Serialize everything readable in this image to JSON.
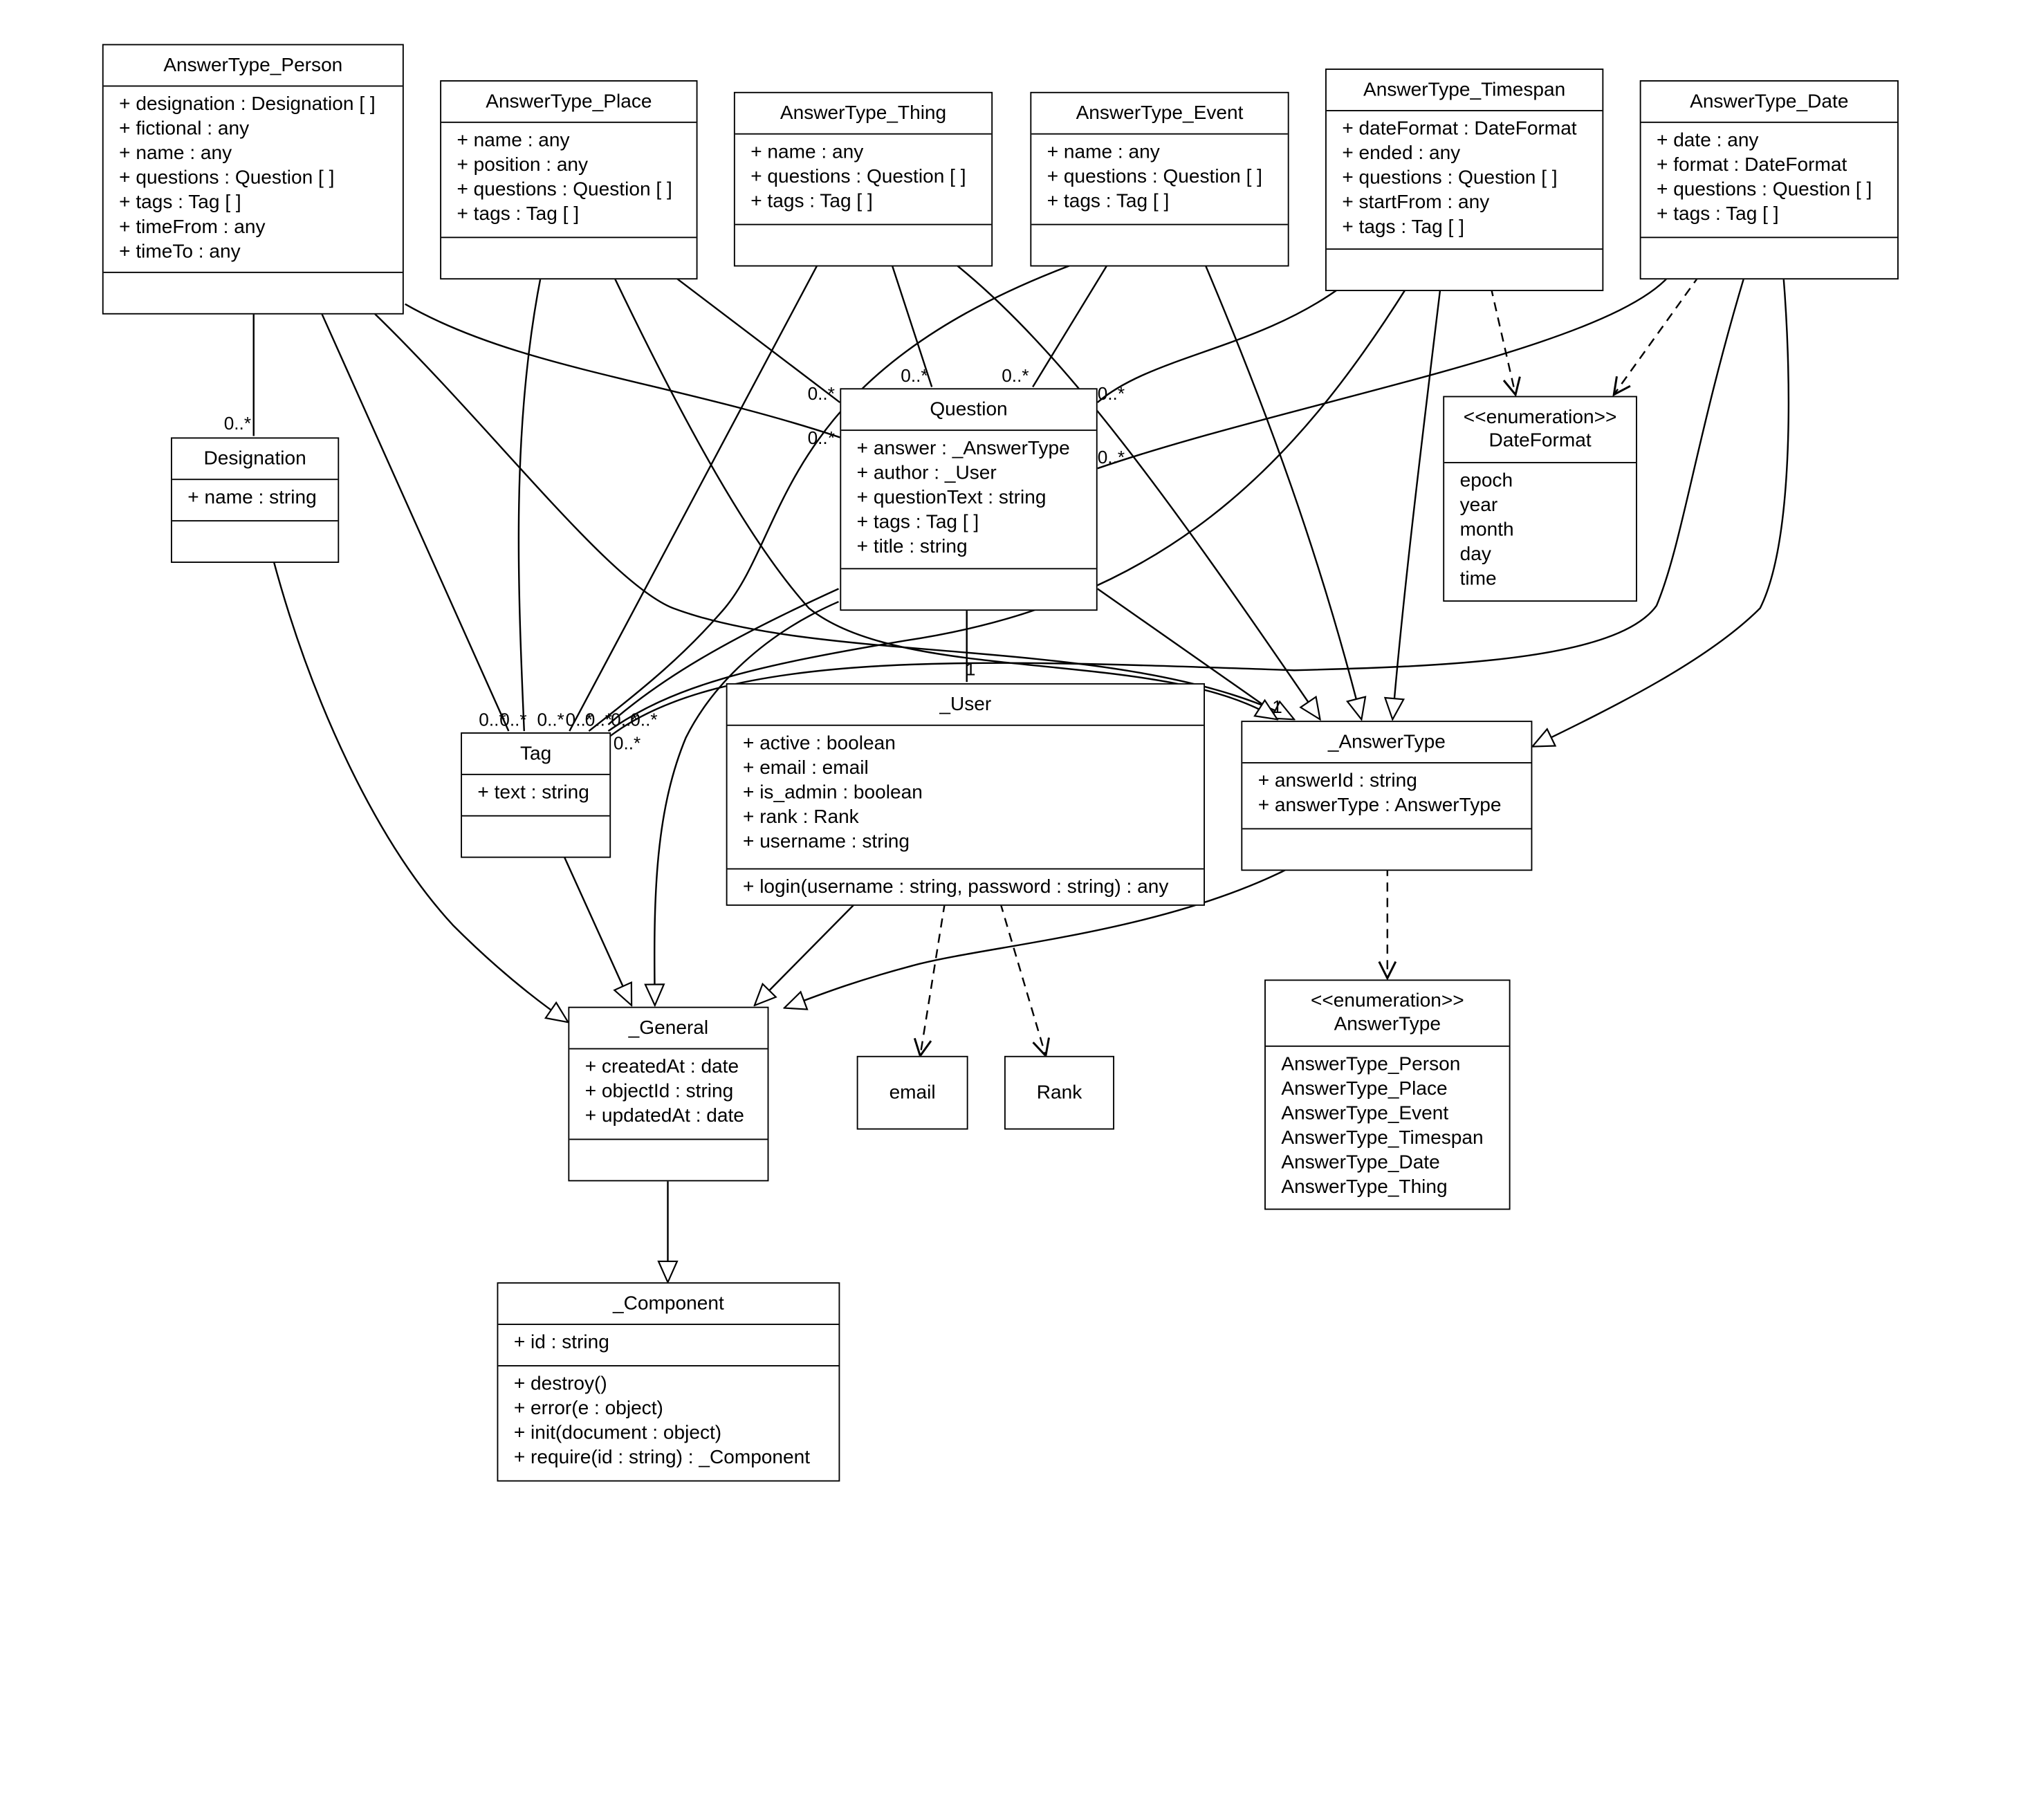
{
  "classes": [
    {
      "id": "person",
      "title": "AnswerType_Person",
      "attributes": [
        "+ designation : Designation [ ]",
        "+ fictional : any",
        "+ name : any",
        "+ questions : Question [ ]",
        "+ tags : Tag [ ]",
        "+ timeFrom : any",
        "+ timeTo : any"
      ],
      "methods": []
    },
    {
      "id": "place",
      "title": "AnswerType_Place",
      "attributes": [
        "+ name : any",
        "+ position : any",
        "+ questions : Question [ ]",
        "+ tags : Tag [ ]"
      ],
      "methods": []
    },
    {
      "id": "thing",
      "title": "AnswerType_Thing",
      "attributes": [
        "+ name : any",
        "+ questions : Question [ ]",
        "+ tags : Tag [ ]"
      ],
      "methods": []
    },
    {
      "id": "event",
      "title": "AnswerType_Event",
      "attributes": [
        "+ name : any",
        "+ questions : Question [ ]",
        "+ tags : Tag [ ]"
      ],
      "methods": []
    },
    {
      "id": "timespan",
      "title": "AnswerType_Timespan",
      "attributes": [
        "+ dateFormat : DateFormat",
        "+ ended : any",
        "+ questions : Question [ ]",
        "+ startFrom : any",
        "+ tags : Tag [ ]"
      ],
      "methods": []
    },
    {
      "id": "date",
      "title": "AnswerType_Date",
      "attributes": [
        "+ date : any",
        "+ format : DateFormat",
        "+ questions : Question [ ]",
        "+ tags : Tag [ ]"
      ],
      "methods": []
    },
    {
      "id": "designation",
      "title": "Designation",
      "attributes": [
        "+ name : string"
      ],
      "methods": []
    },
    {
      "id": "question",
      "title": "Question",
      "attributes": [
        "+ answer : _AnswerType",
        "+ author : _User",
        "+ questionText : string",
        "+ tags : Tag [ ]",
        "+ title : string"
      ],
      "methods": []
    },
    {
      "id": "dateformat",
      "stereotype": "<<enumeration>>",
      "title": "DateFormat",
      "literals": [
        "epoch",
        "year",
        "month",
        "day",
        "time"
      ]
    },
    {
      "id": "tag",
      "title": "Tag",
      "attributes": [
        "+ text : string"
      ],
      "methods": []
    },
    {
      "id": "user",
      "title": "_User",
      "attributes": [
        "+ active : boolean",
        "+ email : email",
        "+ is_admin : boolean",
        "+ rank : Rank",
        "+ username : string"
      ],
      "methods": [
        "+ login(username : string, password : string) : any"
      ]
    },
    {
      "id": "answertype",
      "title": "_AnswerType",
      "attributes": [
        "+ answerId : string",
        "+ answerType : AnswerType"
      ],
      "methods": []
    },
    {
      "id": "general",
      "title": "_General",
      "attributes": [
        "+ createdAt : date",
        "+ objectId : string",
        "+ updatedAt : date"
      ],
      "methods": []
    },
    {
      "id": "email",
      "title": "email",
      "plain": true
    },
    {
      "id": "rank",
      "title": "Rank",
      "plain": true
    },
    {
      "id": "answertypeenum",
      "stereotype": "<<enumeration>>",
      "title": "AnswerType",
      "literals": [
        "AnswerType_Person",
        "AnswerType_Place",
        "AnswerType_Event",
        "AnswerType_Timespan",
        "AnswerType_Date",
        "AnswerType_Thing"
      ]
    },
    {
      "id": "component",
      "title": "_Component",
      "attributes": [
        "+ id : string"
      ],
      "methods": [
        "+ destroy()",
        "+ error(e : object)",
        "+ init(document : object)",
        "+ require(id : string) : _Component"
      ]
    }
  ],
  "multiplicities": [
    "0..*",
    "0..*",
    "0..*",
    "0..*",
    "0..*",
    "0..*",
    "0..*",
    "1",
    "1",
    "0..*",
    "0..*",
    "0..*",
    "0..*",
    "0..*",
    "0..*",
    "0..*",
    "0..*"
  ],
  "edges": [
    {
      "kind": "association",
      "from": "person",
      "to": "designation"
    },
    {
      "kind": "association",
      "from": "person",
      "to": "tag"
    },
    {
      "kind": "association",
      "from": "person",
      "to": "question"
    },
    {
      "kind": "association",
      "from": "place",
      "to": "tag"
    },
    {
      "kind": "association",
      "from": "place",
      "to": "question"
    },
    {
      "kind": "association",
      "from": "thing",
      "to": "tag"
    },
    {
      "kind": "association",
      "from": "thing",
      "to": "question"
    },
    {
      "kind": "association",
      "from": "event",
      "to": "tag"
    },
    {
      "kind": "association",
      "from": "event",
      "to": "question"
    },
    {
      "kind": "association",
      "from": "timespan",
      "to": "question"
    },
    {
      "kind": "association",
      "from": "timespan",
      "to": "tag"
    },
    {
      "kind": "association",
      "from": "date",
      "to": "question"
    },
    {
      "kind": "association",
      "from": "date",
      "to": "tag"
    },
    {
      "kind": "association",
      "from": "question",
      "to": "user"
    },
    {
      "kind": "association",
      "from": "question",
      "to": "tag"
    },
    {
      "kind": "association",
      "from": "question",
      "to": "answertype"
    },
    {
      "kind": "generalization",
      "from": "person",
      "to": "answertype"
    },
    {
      "kind": "generalization",
      "from": "place",
      "to": "answertype"
    },
    {
      "kind": "generalization",
      "from": "thing",
      "to": "answertype"
    },
    {
      "kind": "generalization",
      "from": "event",
      "to": "answertype"
    },
    {
      "kind": "generalization",
      "from": "timespan",
      "to": "answertype"
    },
    {
      "kind": "generalization",
      "from": "date",
      "to": "answertype"
    },
    {
      "kind": "generalization",
      "from": "designation",
      "to": "general"
    },
    {
      "kind": "generalization",
      "from": "tag",
      "to": "general"
    },
    {
      "kind": "generalization",
      "from": "question",
      "to": "general"
    },
    {
      "kind": "generalization",
      "from": "user",
      "to": "general"
    },
    {
      "kind": "generalization",
      "from": "answertype",
      "to": "general"
    },
    {
      "kind": "generalization",
      "from": "general",
      "to": "component"
    },
    {
      "kind": "dependency",
      "from": "timespan",
      "to": "dateformat"
    },
    {
      "kind": "dependency",
      "from": "date",
      "to": "dateformat"
    },
    {
      "kind": "dependency",
      "from": "user",
      "to": "email"
    },
    {
      "kind": "dependency",
      "from": "user",
      "to": "rank"
    },
    {
      "kind": "dependency",
      "from": "answertype",
      "to": "answertypeenum"
    }
  ]
}
